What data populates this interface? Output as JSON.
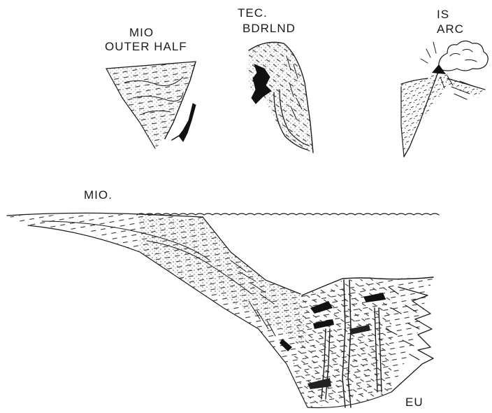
{
  "labels": {
    "mio_outer_half_line1": "MIO",
    "mio_outer_half_line2": "OUTER HALF",
    "tec_bdrlnd_line1": "TEC.",
    "tec_bdrlnd_line2": "BDRLND",
    "is_arc_line1": "IS",
    "is_arc_line2": "ARC",
    "mio_section": "MIO.",
    "eu": "EU"
  },
  "colors": {
    "ink": "#1c1c1c",
    "paper": "#ffffff"
  }
}
